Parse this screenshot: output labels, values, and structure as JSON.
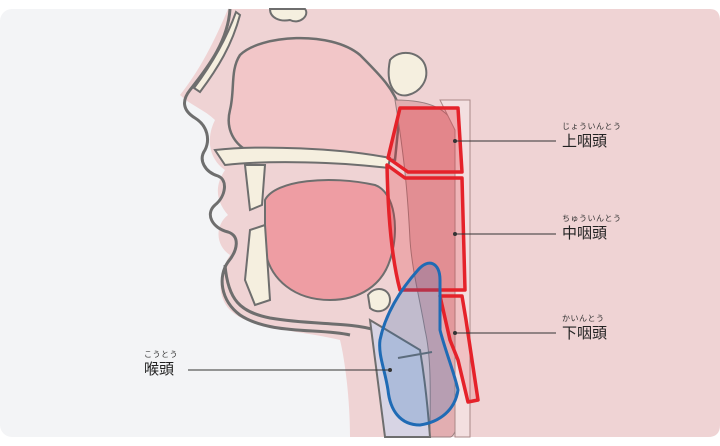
{
  "labels": {
    "upper": {
      "ruby": "じょういんとう",
      "text": "上咽頭"
    },
    "middle": {
      "ruby": "ちゅういんとう",
      "text": "中咽頭"
    },
    "lower": {
      "ruby": "かいんとう",
      "text": "下咽頭"
    },
    "larynx": {
      "ruby": "こうとう",
      "text": "喉頭"
    }
  },
  "colors": {
    "pharynx_highlight": "#e5222a",
    "larynx_highlight": "#1f6bb5",
    "tissue_pink": "#f2c6c8",
    "cavity_pink": "#ee9da3",
    "bone": "#f5efdf",
    "outline": "#6e6e6e"
  }
}
